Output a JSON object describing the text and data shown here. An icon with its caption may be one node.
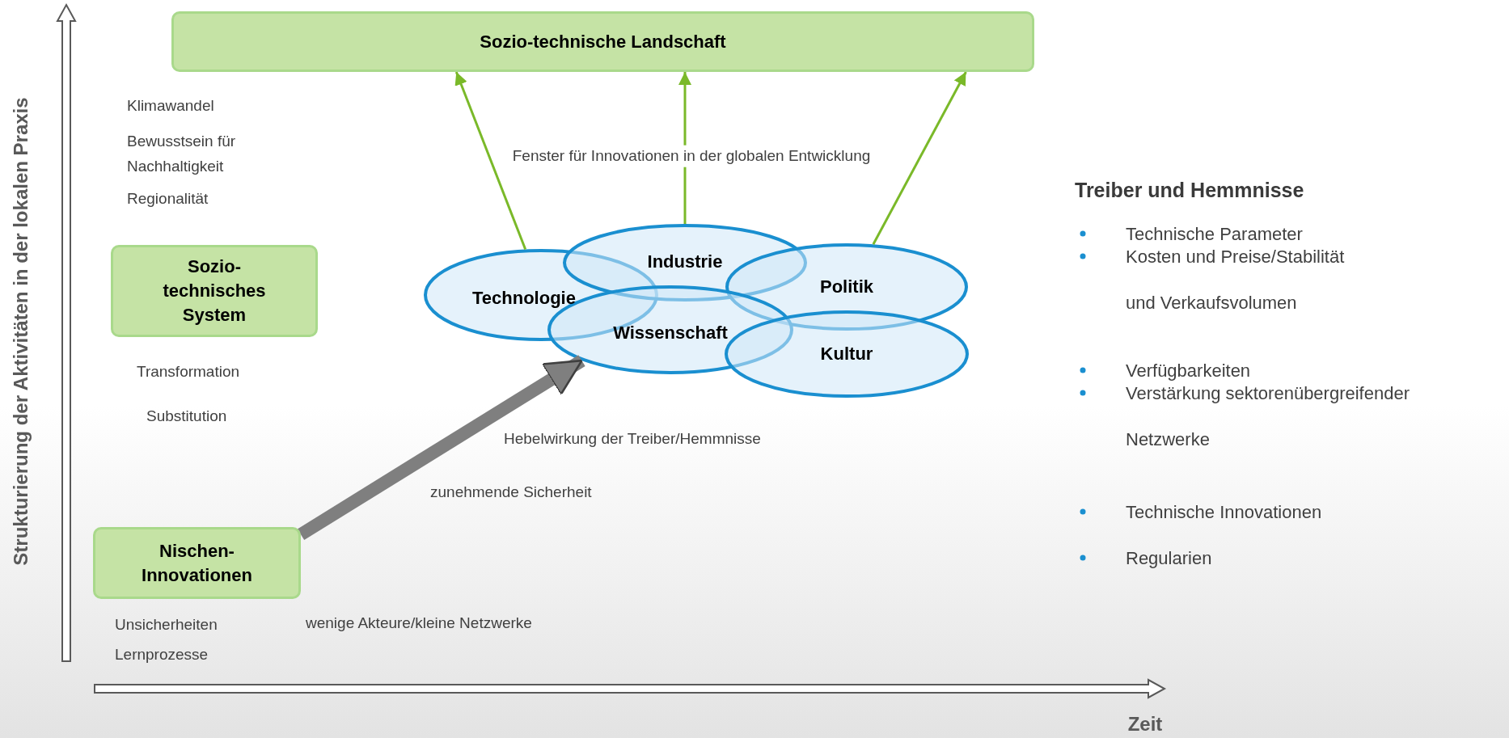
{
  "diagram": {
    "nodes": [
      {
        "text": [
          "Sozio-technische Landschaft"
        ]
      },
      {
        "text": [
          "Sozio-technisches System"
        ]
      },
      {
        "text": [
          "Nischen-Innovationen"
        ]
      },
      {
        "text": [
          "Technologie"
        ]
      },
      {
        "text": [
          "Industrie"
        ]
      },
      {
        "text": [
          "Politik"
        ]
      },
      {
        "text": [
          "Wissenschaft"
        ]
      },
      {
        "text": [
          "Kultur"
        ]
      }
    ],
    "edges": [
      {
        "from": 2,
        "to": 6,
        "arrow": "to",
        "style": "thick",
        "color": "#7f7f7f"
      },
      {
        "from": 3,
        "to": 0,
        "arrow": "to"
      },
      {
        "from": 4,
        "to": 0,
        "arrow": "to"
      },
      {
        "from": 5,
        "to": 0,
        "arrow": "to"
      }
    ],
    "labels": [
      "Strukturierung der Aktivitäten in der lokalen Praxis",
      "Klimawandel",
      "Bewusstsein für Nachhaltigkeit",
      "Regionalität",
      "Fenster für Innovationen in der globalen Entwicklung",
      "Treiber und Hemmnisse",
      "Technische Parameter",
      "Kosten und Preise/Stabilität und Verkaufsvolumen",
      "Verfügbarkeiten",
      "Verstärkung sektorenübergreifender Netzwerke",
      "Technische Innovationen",
      "Regularien",
      "Transformation",
      "Substitution",
      "Hebelwirkung der Treiber/Hemmnisse",
      "zunehmende Sicherheit",
      "wenige Akteure/kleine Netzwerke",
      "Unsicherheiten",
      "Lernprozesse",
      "Zeit"
    ]
  }
}
